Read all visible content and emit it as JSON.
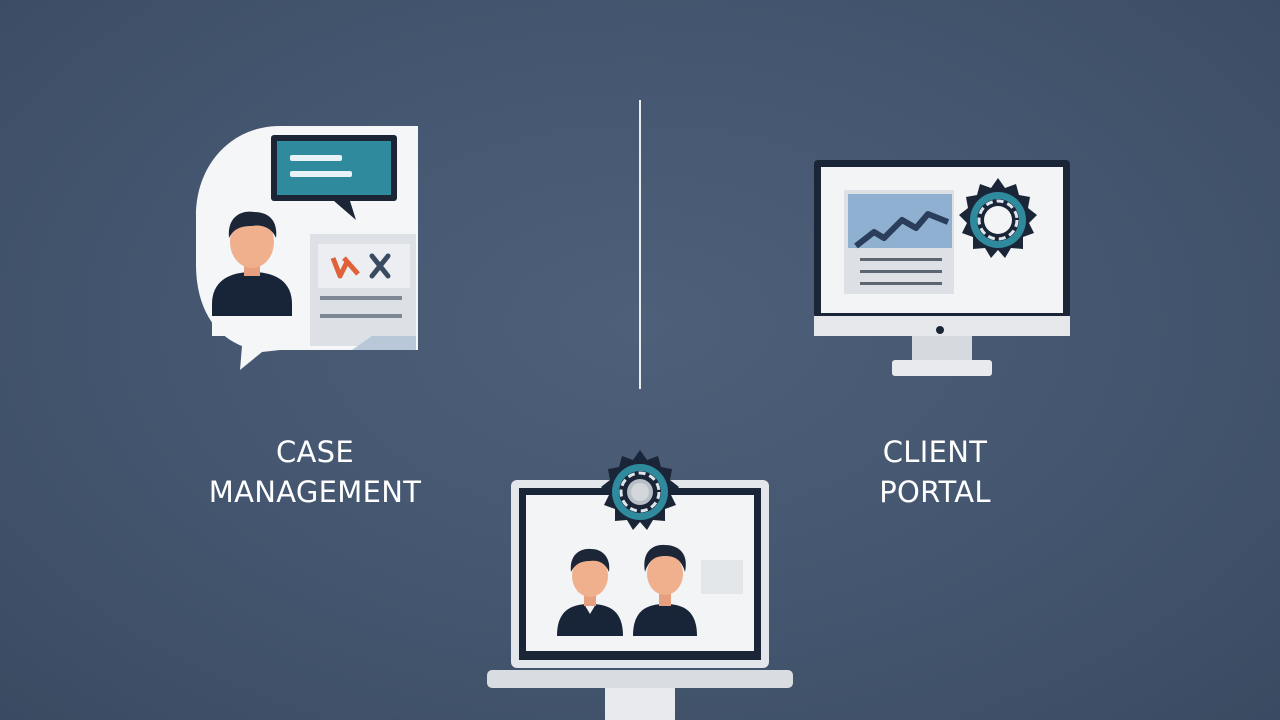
{
  "captions": {
    "case_management": [
      "CASE",
      "MANAGEMENT"
    ],
    "client_portal": [
      "CLIENT",
      "PORTAL"
    ]
  },
  "illustrations": {
    "left": "case-management-illustration",
    "right": "client-portal-monitor-illustration",
    "bottom": "video-conference-laptop-illustration"
  },
  "colors": {
    "background": "#44566f",
    "panel_white": "#f5f6f8",
    "teal": "#2e8a9c",
    "dark_navy": "#182538",
    "accent_orange": "#e0603a",
    "chart_blue": "#8fb0d0",
    "divider": "#e9edf2",
    "text": "#ffffff"
  }
}
